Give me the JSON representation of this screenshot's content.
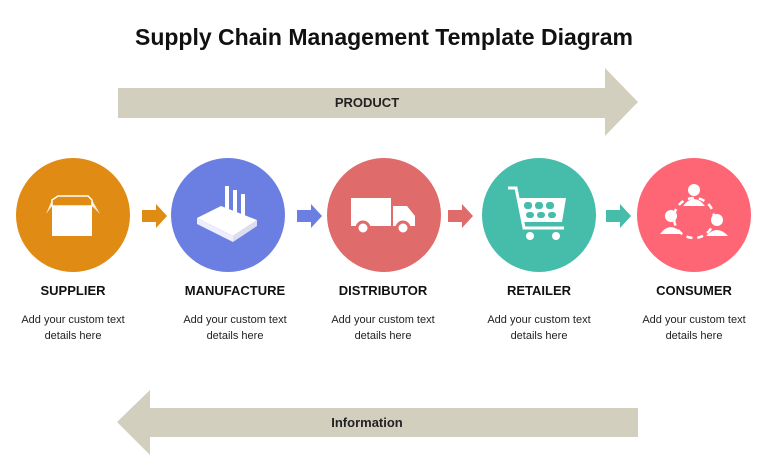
{
  "title": "Supply Chain Management Template Diagram",
  "top_arrow": {
    "label": "PRODUCT",
    "color": "#D3CFBF"
  },
  "bottom_arrow": {
    "label": "Information",
    "color": "#D3CFBF"
  },
  "steps": [
    {
      "title": "SUPPLIER",
      "desc1": "Add your custom text",
      "desc2": "details here",
      "color": "#E08B14",
      "icon": "box-icon"
    },
    {
      "title": "MANUFACTURE",
      "desc1": "Add your custom text",
      "desc2": "details here",
      "color": "#6B7FE3",
      "icon": "factory-icon"
    },
    {
      "title": "DISTRIBUTOR",
      "desc1": "Add your custom text",
      "desc2": "details here",
      "color": "#E06B6B",
      "icon": "truck-icon"
    },
    {
      "title": "RETAILER",
      "desc1": "Add your custom text",
      "desc2": "details here",
      "color": "#46BCAB",
      "icon": "cart-icon"
    },
    {
      "title": "CONSUMER",
      "desc1": "Add your custom text",
      "desc2": "details here",
      "color": "#FF6675",
      "icon": "people-network-icon"
    }
  ]
}
